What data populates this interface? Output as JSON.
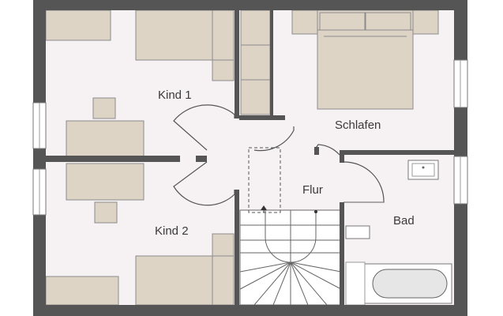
{
  "rooms": {
    "kind1": "Kind 1",
    "kind2": "Kind 2",
    "schlafen": "Schlafen",
    "flur": "Flur",
    "bad": "Bad"
  },
  "colors": {
    "wall": "#555555",
    "floor": "#f6f1f3",
    "furniture": "#ddd4c5",
    "outline": "#8a8a8a"
  }
}
